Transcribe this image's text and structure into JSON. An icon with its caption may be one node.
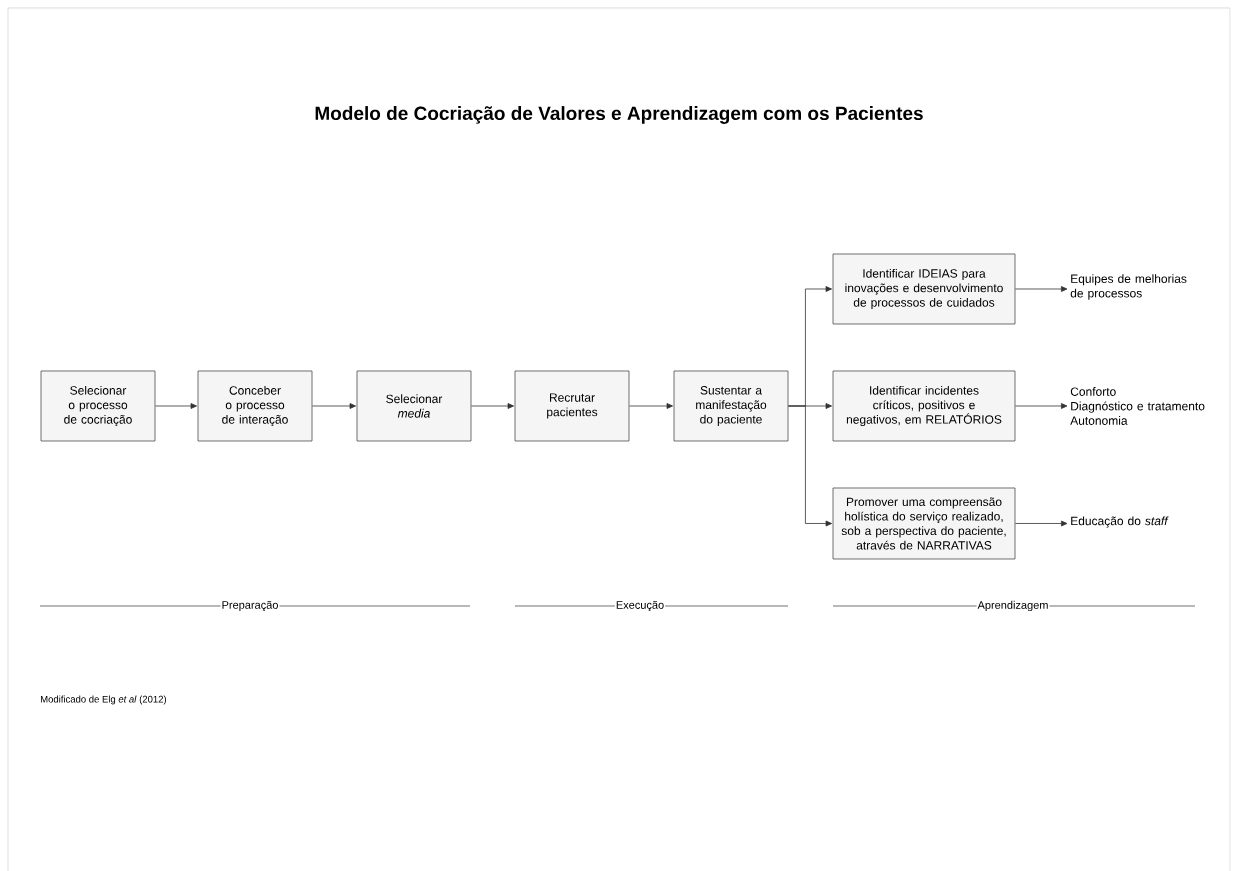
{
  "diagram": {
    "title": "Modelo de Cocriação de Valores e Aprendizagem com os Pacientes",
    "nodes": [
      {
        "text": [
          "Selecionar o processo de cocriação"
        ]
      },
      {
        "text": [
          "Conceber o processo de interação"
        ]
      },
      {
        "text": [
          "Selecionar *media*"
        ]
      },
      {
        "text": [
          "Recrutar pacientes"
        ]
      },
      {
        "text": [
          "Sustentar a manifestação do paciente"
        ]
      },
      {
        "text": [
          "Identificar IDEIAS para inovações e desenvolvimento de processos de cuidados"
        ]
      },
      {
        "text": [
          "Equipes de melhorias de processos"
        ]
      },
      {
        "text": [
          "Identificar incidentes críticos, positivos e negativos, em RELATÓRIOS"
        ]
      },
      {
        "text": [
          "Conforto",
          "Diagnóstico e tratamento",
          "Autonomia"
        ]
      },
      {
        "text": [
          "Promover uma compreensão holística do serviço realizado, sob a perspectiva do paciente, através de NARRATIVAS"
        ]
      },
      {
        "text": [
          "Educação do *staff*"
        ]
      }
    ],
    "edges": [
      {
        "from": 0,
        "to": 1,
        "arrow": "to"
      },
      {
        "from": 1,
        "to": 2,
        "arrow": "to"
      },
      {
        "from": 2,
        "to": 3,
        "arrow": "to"
      },
      {
        "from": 3,
        "to": 4,
        "arrow": "to"
      },
      {
        "from": 4,
        "to": 5,
        "arrow": "to"
      },
      {
        "from": 4,
        "to": 7,
        "arrow": "to"
      },
      {
        "from": 4,
        "to": 9,
        "arrow": "to"
      },
      {
        "from": 5,
        "to": 6,
        "arrow": "to"
      },
      {
        "from": 7,
        "to": 8,
        "arrow": "to"
      },
      {
        "from": 9,
        "to": 10,
        "arrow": "to"
      }
    ],
    "labels": [
      "Preparação",
      "Execução",
      "Aprendizagem",
      "Modificado de Elg *et al* (2012)"
    ]
  }
}
